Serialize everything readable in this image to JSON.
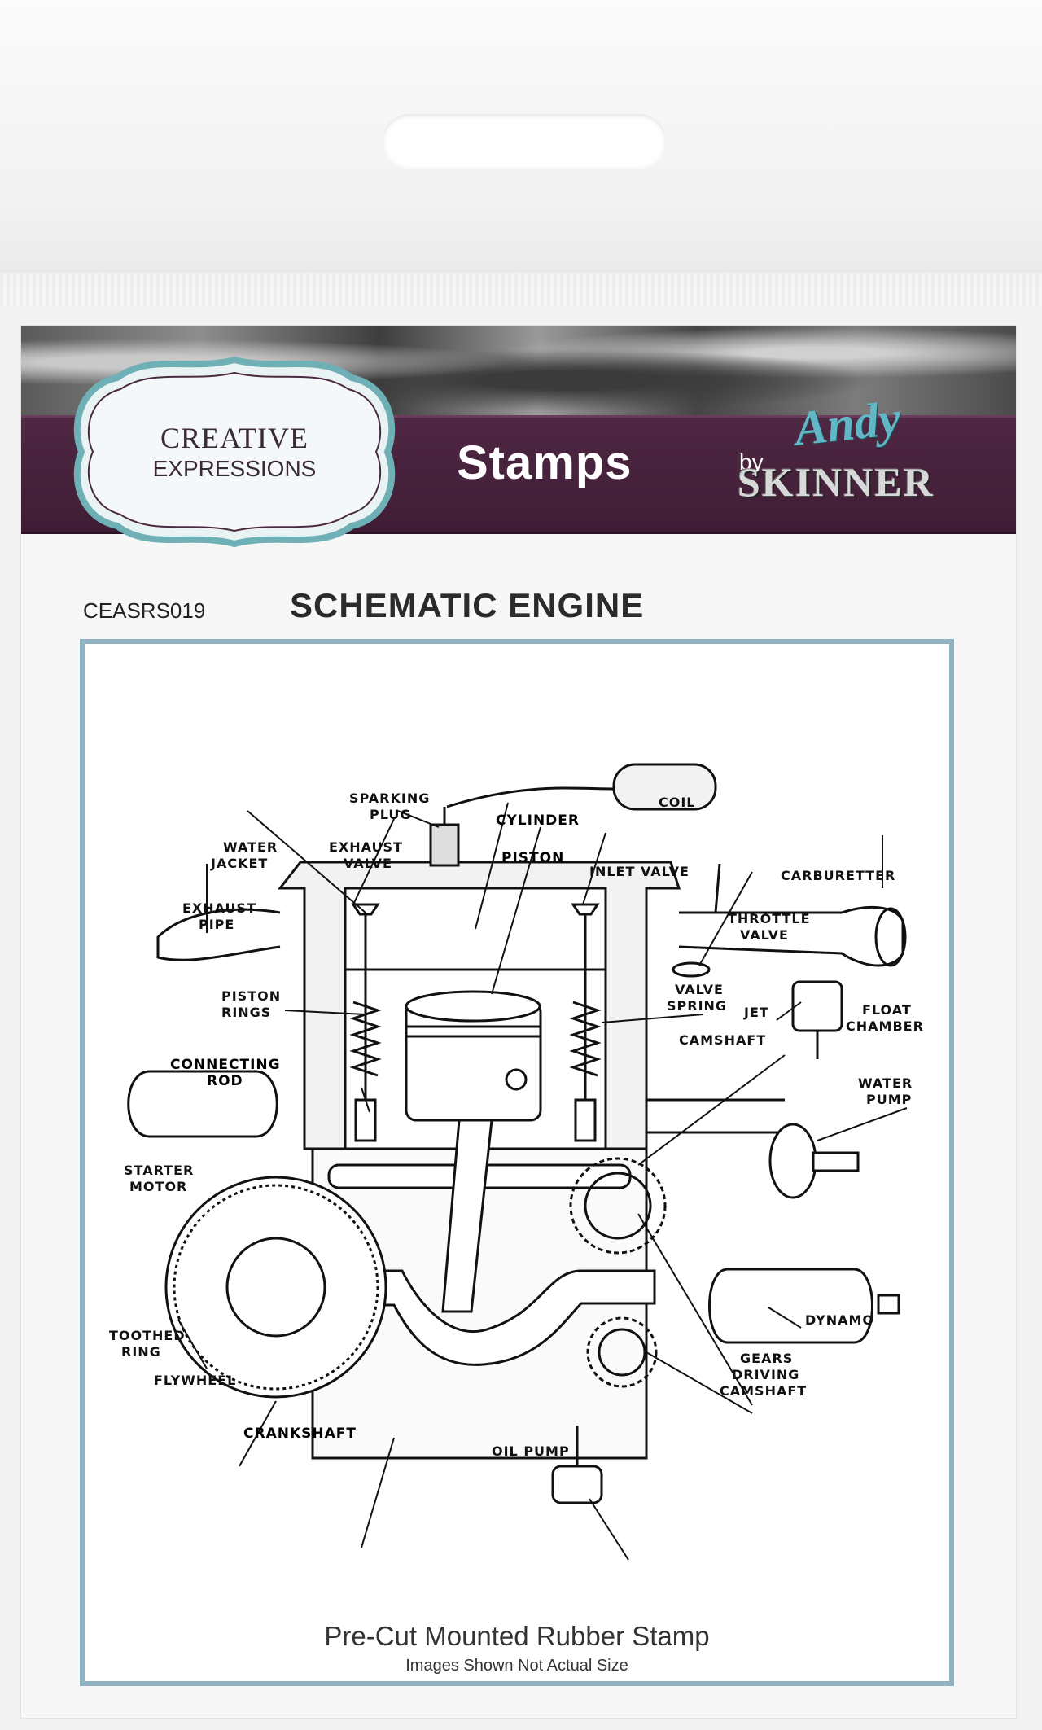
{
  "packaging": {
    "brand_line1": "CREATIVE",
    "brand_line2": "EXPRESSIONS",
    "category": "Stamps",
    "by": "by",
    "artist_first": "Andy",
    "artist_last": "SKINNER",
    "product_code": "CEASRS019",
    "product_title": "SCHEMATIC ENGINE",
    "footer_main": "Pre-Cut Mounted Rubber Stamp",
    "footer_note": "Images Shown Not Actual Size"
  },
  "diagram_labels": {
    "sparking_plug_1": "SPARKING",
    "sparking_plug_2": "PLUG",
    "cylinder": "CYLINDER",
    "coil": "COIL",
    "water_jacket_1": "WATER",
    "water_jacket_2": "JACKET",
    "exhaust_valve_1": "EXHAUST",
    "exhaust_valve_2": "VALVE",
    "piston": "PISTON",
    "inlet_valve": "INLET VALVE",
    "carburetter": "CARBURETTER",
    "exhaust_pipe_1": "EXHAUST",
    "exhaust_pipe_2": "PIPE",
    "throttle_valve_1": "THROTTLE",
    "throttle_valve_2": "VALVE",
    "piston_rings_1": "PISTON",
    "piston_rings_2": "RINGS",
    "valve_spring_1": "VALVE",
    "valve_spring_2": "SPRING",
    "jet": "JET",
    "float_chamber_1": "FLOAT",
    "float_chamber_2": "CHAMBER",
    "connecting_rod_1": "CONNECTING",
    "connecting_rod_2": "ROD",
    "camshaft": "CAMSHAFT",
    "water_pump_1": "WATER",
    "water_pump_2": "PUMP",
    "starter_motor_1": "STARTER",
    "starter_motor_2": "MOTOR",
    "dynamo": "DYNAMO",
    "toothed_ring_1": "TOOTHED",
    "toothed_ring_2": "RING",
    "gears_1": "GEARS",
    "gears_2": "DRIVING",
    "gears_3": "CAMSHAFT",
    "flywheel": "FLYWHEEL",
    "crankshaft": "CRANKSHAFT",
    "oil_pump": "OIL PUMP"
  }
}
